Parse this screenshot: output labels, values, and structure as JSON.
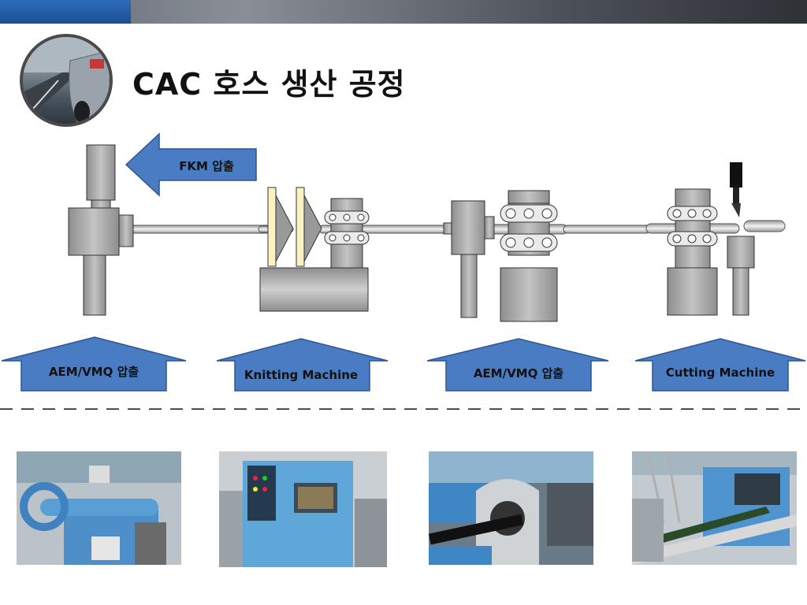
{
  "title": "CAC 호스 생산 공정",
  "arrow_top": "FKM 압출",
  "stages": [
    {
      "label": "AEM/VMQ 압출"
    },
    {
      "label": "Knitting Machine"
    },
    {
      "label": "AEM/VMQ 압출"
    },
    {
      "label": "Cutting Machine"
    }
  ],
  "colors": {
    "arrow_fill": "#4a7cc4",
    "arrow_stroke": "#2d558f",
    "machine_gray": "#a3a3a3"
  }
}
